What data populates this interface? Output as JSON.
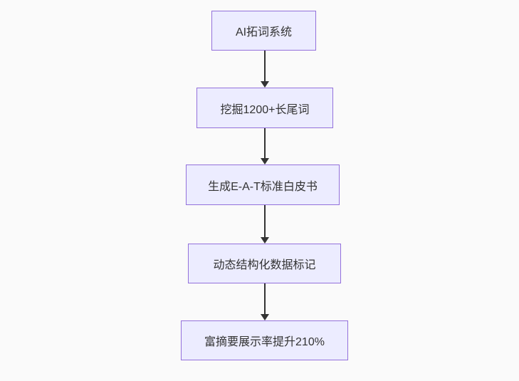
{
  "flowchart": {
    "type": "vertical-flow",
    "nodes": [
      {
        "id": "node-0",
        "label": "AI拓词系统"
      },
      {
        "id": "node-1",
        "label": "挖掘1200+长尾词"
      },
      {
        "id": "node-2",
        "label": "生成E-A-T标准白皮书"
      },
      {
        "id": "node-3",
        "label": "动态结构化数据标记"
      },
      {
        "id": "node-4",
        "label": "富摘要展示率提升210%"
      }
    ],
    "edges": [
      {
        "from": "node-0",
        "to": "node-1"
      },
      {
        "from": "node-1",
        "to": "node-2"
      },
      {
        "from": "node-2",
        "to": "node-3"
      },
      {
        "from": "node-3",
        "to": "node-4"
      }
    ],
    "colors": {
      "background": "#FAFAFA",
      "node_fill": "#ECECFF",
      "node_border": "#9370DB",
      "arrow": "#333333",
      "text": "#333333"
    }
  }
}
